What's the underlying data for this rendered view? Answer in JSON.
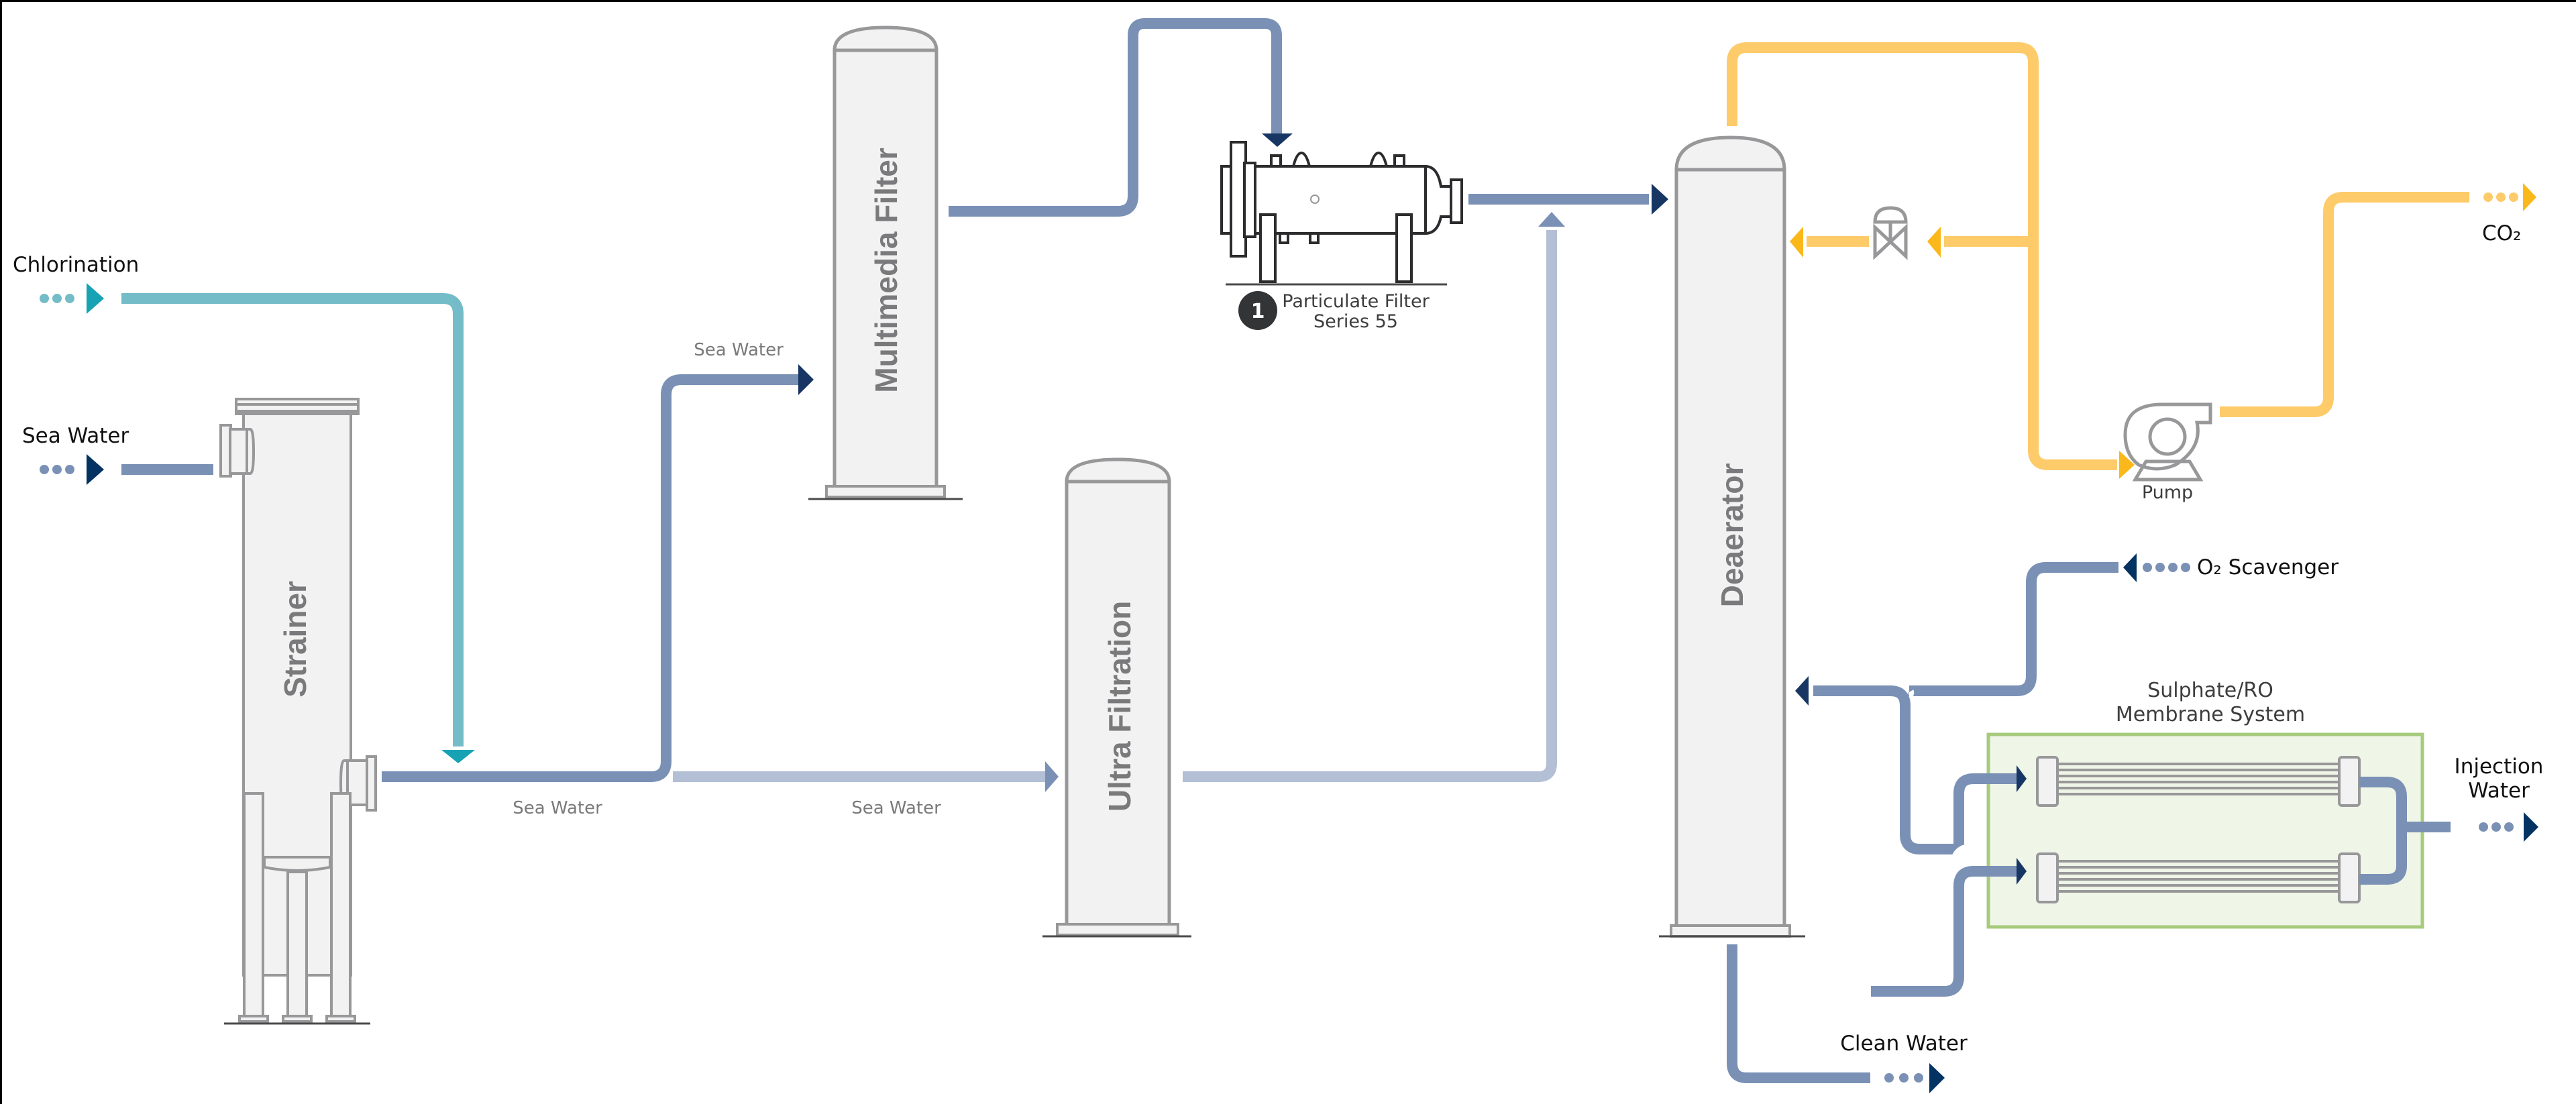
{
  "diagram": {
    "title": "Sea Water Injection Treatment Process",
    "colors": {
      "process_water": "#7a91b5",
      "filtered_water_light": "#b2bfd5",
      "chlorination": "#74bcc8",
      "gas_co2": "#fdcb69",
      "arrow_navy": "#173663",
      "arrow_yellow": "#fbb81a",
      "arrow_teal": "#17a3b3",
      "vessel_fill": "#f2f2f2",
      "vessel_stroke": "#98989a",
      "membrane_box_fill": "#eff5e7",
      "membrane_box_border": "#a6cb7c"
    },
    "inputs": {
      "chlorination": "Chlorination",
      "sea_water": "Sea Water",
      "o2_scavenger": "O₂ Scavenger"
    },
    "outputs": {
      "co2": "CO₂",
      "injection_water_line1": "Injection",
      "injection_water_line2": "Water",
      "clean_water": "Clean Water"
    },
    "equipment": {
      "strainer": "Strainer",
      "multimedia_filter": "Multimedia Filter",
      "ultra_filtration": "Ultra Filtration",
      "deaerator": "Deaerator",
      "particulate_filter": {
        "badge": "1",
        "line1": "Particulate Filter",
        "line2": "Series 55"
      },
      "pump": "Pump",
      "control_valve": "control-valve",
      "membrane_system": {
        "line1": "Sulphate/RO",
        "line2": "Membrane System"
      }
    },
    "flow_labels": {
      "to_multimedia": "Sea Water",
      "strainer_outlet": "Sea Water",
      "to_ultra_filtration": "Sea Water"
    }
  }
}
